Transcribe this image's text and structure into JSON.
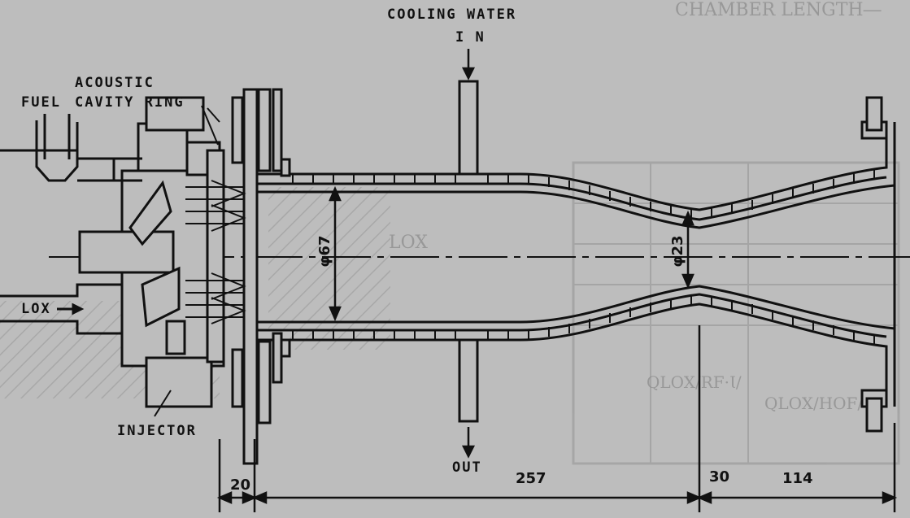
{
  "labels": {
    "cooling_water": "COOLING WATER",
    "in": "I N",
    "out": "OUT",
    "acoustic": "ACOUSTIC",
    "fuel": "FUEL",
    "cavity_ring": "CAVITY RING",
    "lox": "LOX",
    "injector": "INJECTOR",
    "lox_bg": "LOX"
  },
  "dimensions": {
    "d_chamber": "φ67",
    "d_throat": "φ23",
    "len_injector": "20",
    "len_chamber": "257",
    "len_mid": "30",
    "len_nozzle": "114"
  },
  "background_text": {
    "top_right_header": "CHAMBER LENGTH―",
    "bottom_formula_1": "QLOX/RF·Ɩ/",
    "bottom_formula_2": "QLOX/HOF/"
  },
  "colors": {
    "paper": "#bdbdbd",
    "ink": "#111111",
    "ghost": "#8a8a8a"
  }
}
